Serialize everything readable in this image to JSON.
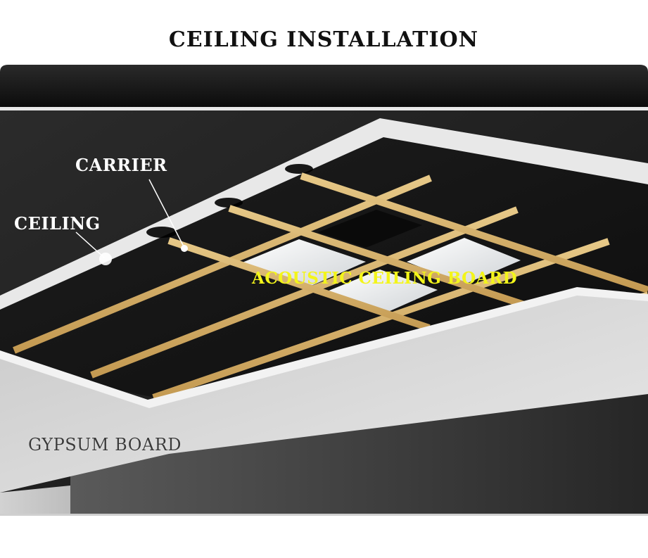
{
  "title": "CEILING INSTALLATION",
  "labels": {
    "carrier": "CARRIER",
    "ceiling": "CEILING",
    "acoustic_board": "ACOUSTIC CEILING BOARD",
    "gypsum_board": "GYPSUM BOARD"
  },
  "colors": {
    "background": "#ffffff",
    "dark_panel": "#1c1c1c",
    "carrier_wood": "#d8b570",
    "gypsum": "#cfcfcf",
    "acoustic_label": "#f3f51a"
  }
}
